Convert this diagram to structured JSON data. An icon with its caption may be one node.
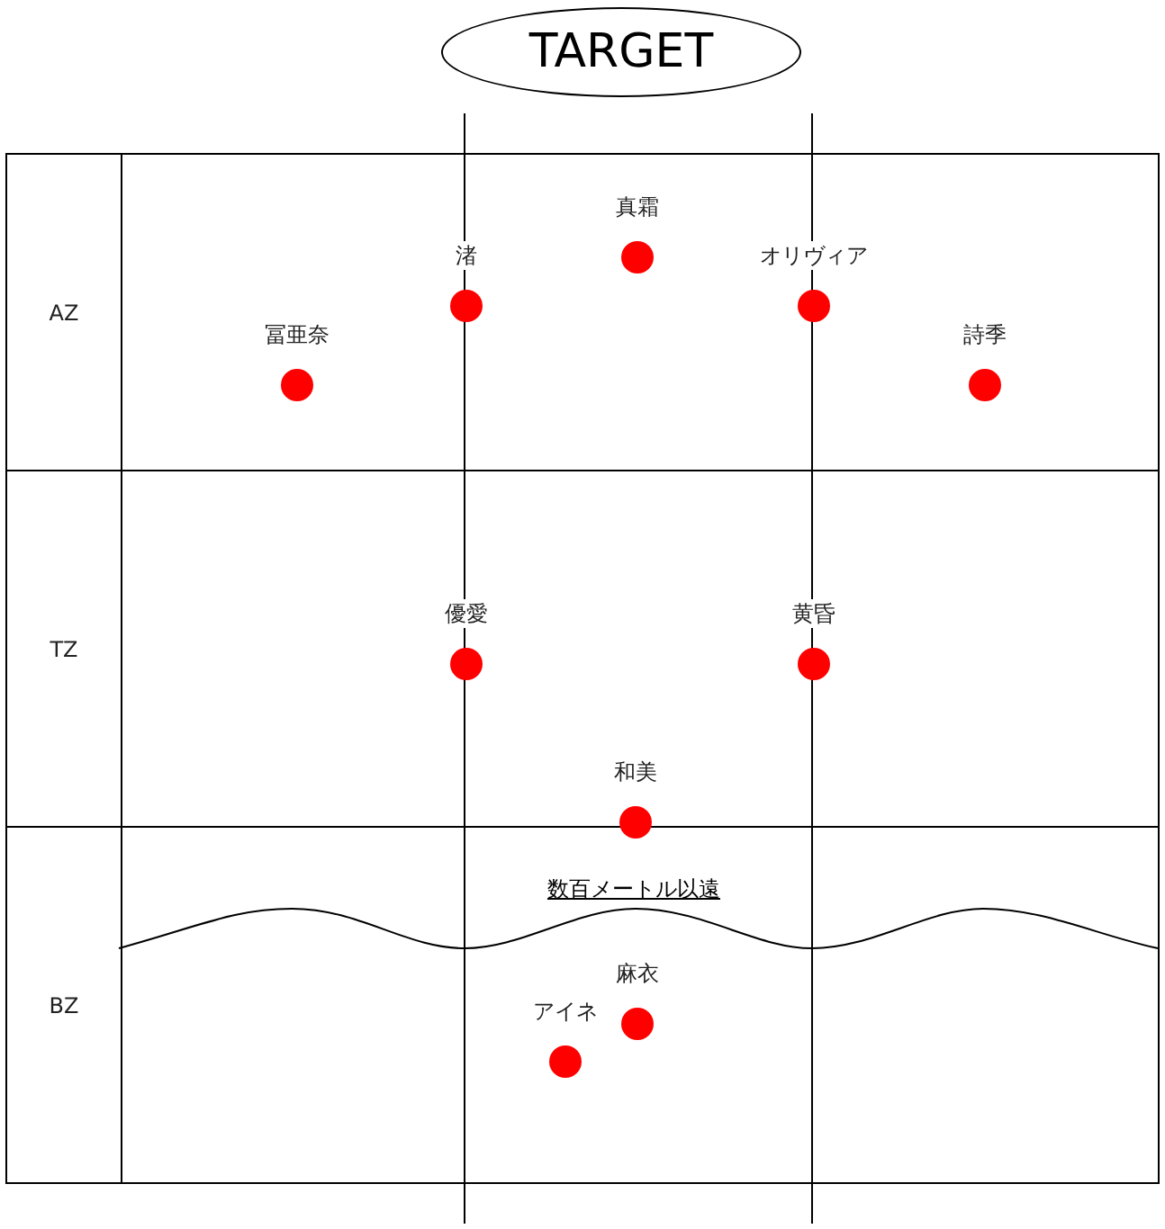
{
  "diagram": {
    "nodes": [
      {
        "text": [
          "TARGET"
        ]
      },
      {
        "text": [
          "AZ"
        ]
      },
      {
        "text": [
          "真霜"
        ],
        "in": 1
      },
      {
        "text": [
          "渚"
        ],
        "in": 1
      },
      {
        "text": [
          "オリヴィア"
        ],
        "in": 1
      },
      {
        "text": [
          "冨亜奈"
        ],
        "in": 1
      },
      {
        "text": [
          "詩季"
        ],
        "in": 1
      },
      {
        "text": [
          "TZ"
        ]
      },
      {
        "text": [
          "優愛"
        ],
        "in": 7
      },
      {
        "text": [
          "黄昏"
        ],
        "in": 7
      },
      {
        "text": [
          "和美"
        ]
      },
      {
        "text": [
          "BZ"
        ]
      },
      {
        "text": [
          "麻衣"
        ],
        "in": 11
      },
      {
        "text": [
          "アイネ"
        ],
        "in": 11
      }
    ],
    "labels": [
      "数百メートル以遠"
    ]
  }
}
